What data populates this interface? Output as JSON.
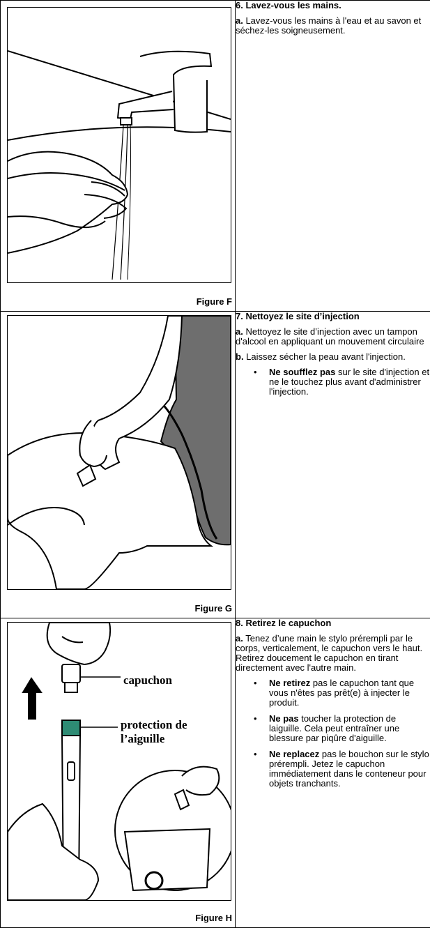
{
  "steps": [
    {
      "title": "6. Lavez-vous les mains.",
      "paragraphs": [
        {
          "bold": "a.",
          "text": " Lavez-vous les mains à l'eau et au savon et séchez-les soigneusement."
        }
      ],
      "bullets": [],
      "figure": "Figure F",
      "illustration_icon": "hand-washing-icon"
    },
    {
      "title": "7. Nettoyez le site d’injection",
      "paragraphs": [
        {
          "bold": "a.",
          "text": " Nettoyez le site d’injection avec un tampon d'alcool en appliquant un mouvement circulaire"
        },
        {
          "bold": "b.",
          "text": " Laissez sécher la peau avant l'injection."
        }
      ],
      "bullets": [
        {
          "bold": "Ne soufflez pas",
          "text": " sur le site d'injection et ne le touchez plus avant d'administrer l'injection."
        }
      ],
      "figure": "Figure G",
      "illustration_icon": "alcohol-swab-icon"
    },
    {
      "title": "8. Retirez le capuchon",
      "paragraphs": [
        {
          "bold": "a.",
          "text": " Tenez d’une main le stylo prérempli par le corps, verticalement, le capuchon vers le haut. Retirez doucement le capuchon en tirant directement avec l'autre main."
        }
      ],
      "bullets": [
        {
          "bold": "Ne retirez",
          "text": " pas le capuchon tant que vous n'êtes pas prêt(e) à injecter le produit."
        },
        {
          "bold": "Ne pas",
          "text": " toucher la protection de laiguille. Cela peut entraîner une blessure par piqûre d'aiguille."
        },
        {
          "bold": "Ne replacez",
          "text": " pas le bouchon sur le stylo prérempli. Jetez le capuchon immédiatement dans le conteneur pour objets tranchants."
        }
      ],
      "figure": "Figure H",
      "illustration_icon": "pen-cap-removal-icon",
      "labels": {
        "cap": "capuchon",
        "shield_line1": "protection de",
        "shield_line2": "l’aiguille"
      }
    }
  ]
}
